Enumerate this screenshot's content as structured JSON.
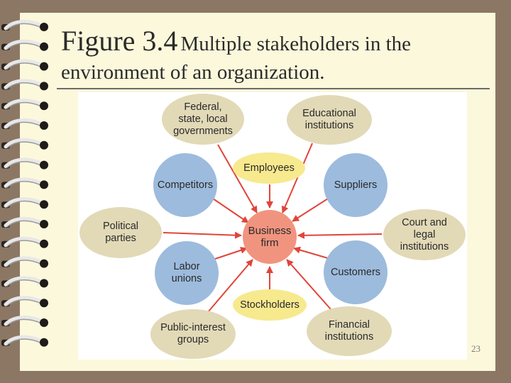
{
  "title": {
    "figure_label": "Figure 3.4",
    "line1_rest": "Multiple stakeholders in the",
    "line2": "environment of an organization."
  },
  "diagram": {
    "center": "Business\nfirm",
    "nodes": {
      "federal": "Federal,\nstate, local\ngovernments",
      "educational": "Educational\ninstitutions",
      "employees": "Employees",
      "competitors": "Competitors",
      "suppliers": "Suppliers",
      "political": "Political\nparties",
      "court": "Court and\nlegal\ninstitutions",
      "labor": "Labor\nunions",
      "customers": "Customers",
      "stockholders": "Stockholders",
      "public_interest": "Public-interest\ngroups",
      "financial": "Financial\ninstitutions"
    },
    "colors": {
      "tan": "#e2d9b7",
      "blue": "#9dbbdd",
      "yellow": "#f7e98e",
      "center": "#f1947f",
      "arrow": "#e0453a"
    }
  },
  "slide_number": "23"
}
